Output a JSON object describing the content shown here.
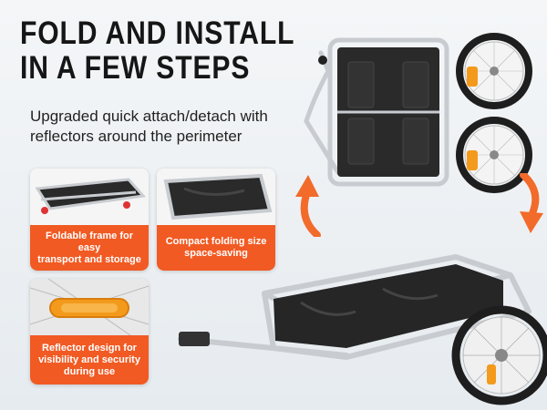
{
  "headline": {
    "line1": "FOLD AND INSTALL",
    "line2": "IN A FEW STEPS"
  },
  "subhead": {
    "line1": "Upgraded quick attach/detach with",
    "line2": "reflectors around the perimeter"
  },
  "cards": [
    {
      "caption_line1": "Foldable frame for easy",
      "caption_line2": "transport and storage"
    },
    {
      "caption_line1": "Compact folding size",
      "caption_line2": "space-saving"
    },
    {
      "caption_line1": "Reflector design for",
      "caption_line2": "visibility and security",
      "caption_line3": "during use"
    }
  ],
  "colors": {
    "accent": "#f15a23",
    "arrow": "#f26b2a",
    "fabric": "#2a2a2a",
    "frame": "#c8ccd0",
    "tire": "#1e1e1e",
    "reflector": "#f39a1c"
  },
  "icons": [
    "curved-arrow-up-icon",
    "curved-arrow-down-icon"
  ]
}
